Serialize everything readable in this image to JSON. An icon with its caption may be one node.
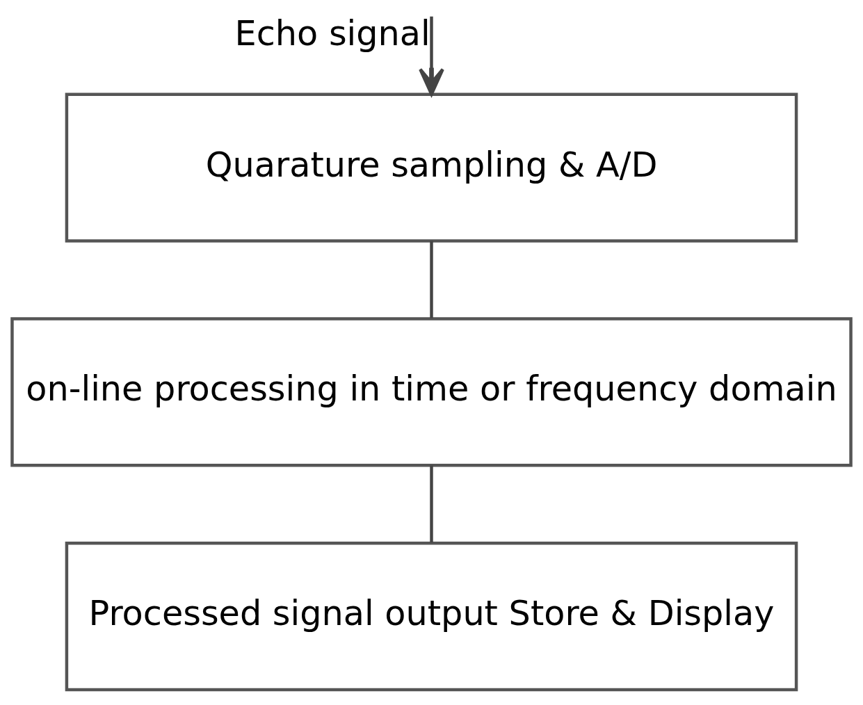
{
  "diagram": {
    "nodes": [
      {
        "text": [
          "Quarature sampling & A/D"
        ]
      },
      {
        "text": [
          "on-line processing in time or frequency domain"
        ]
      },
      {
        "text": [
          "Processed signal output Store & Display"
        ]
      }
    ],
    "edges": [
      {
        "from": null,
        "to": 0,
        "arrow": "to",
        "label": "Echo signal"
      },
      {
        "from": 0,
        "to": 1,
        "arrow": "none"
      },
      {
        "from": 1,
        "to": 2,
        "arrow": "none"
      }
    ]
  }
}
